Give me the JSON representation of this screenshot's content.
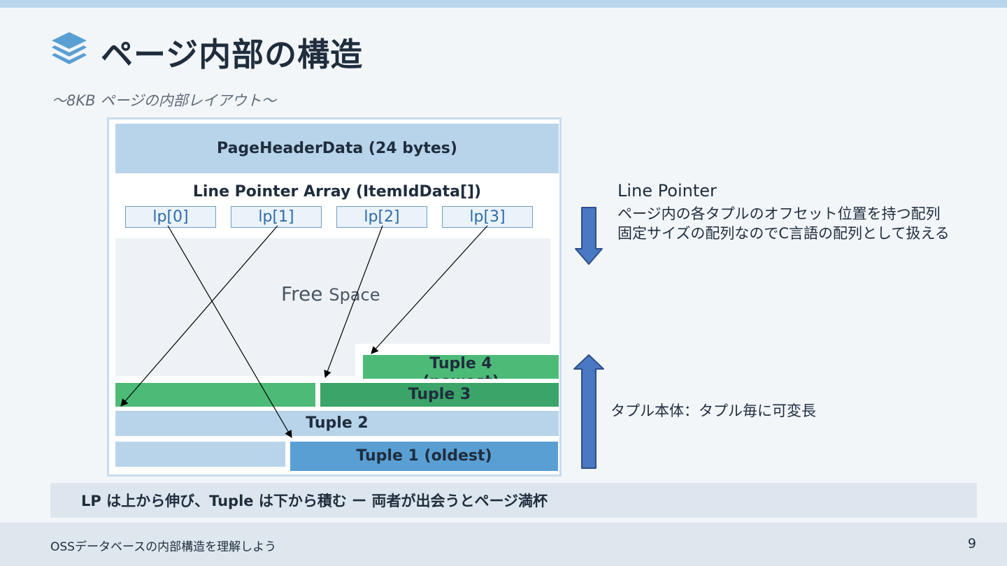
{
  "slide": {
    "title": "ページ内部の構造",
    "subtitle": "～8KB ページの内部レイアウト～"
  },
  "page": {
    "header": "PageHeaderData (24 bytes)",
    "lp_array_title": "Line Pointer Array (ItemIdData[])",
    "line_pointers": [
      "lp[0]",
      "lp[1]",
      "lp[2]",
      "lp[3]"
    ],
    "free_space_1": "Free",
    "free_space_2": "Space",
    "tuples": {
      "t4_line1": "Tuple 4",
      "t4_line2": "(newest)",
      "t3": "Tuple 3",
      "t2": "Tuple 2",
      "t1": "Tuple 1 (oldest)"
    }
  },
  "notes": {
    "lp_title": "Line Pointer",
    "lp_line1": "ページ内の各タプルのオフセット位置を持つ配列",
    "lp_line2": "固定サイズの配列なのでC言語の配列として扱える",
    "tuple_note": "タプル本体：タプル毎に可変長"
  },
  "callout": "LP は上から伸び、Tuple は下から積む ー 両者が出会うとページ満杯",
  "footer": {
    "text": "OSSデータベースの内部構造を理解しよう",
    "page_number": "9"
  },
  "icons": {
    "title_icon": "layers-icon",
    "lp_direction": "arrow-down-icon",
    "tuple_direction": "arrow-up-icon"
  },
  "colors": {
    "accent_light": "#b8d4ea",
    "tuple_green": "#4dbb78",
    "tuple_green_dark": "#3ba468",
    "tuple_blue": "#5a9fd4",
    "arrow_blue": "#4a78c2"
  }
}
